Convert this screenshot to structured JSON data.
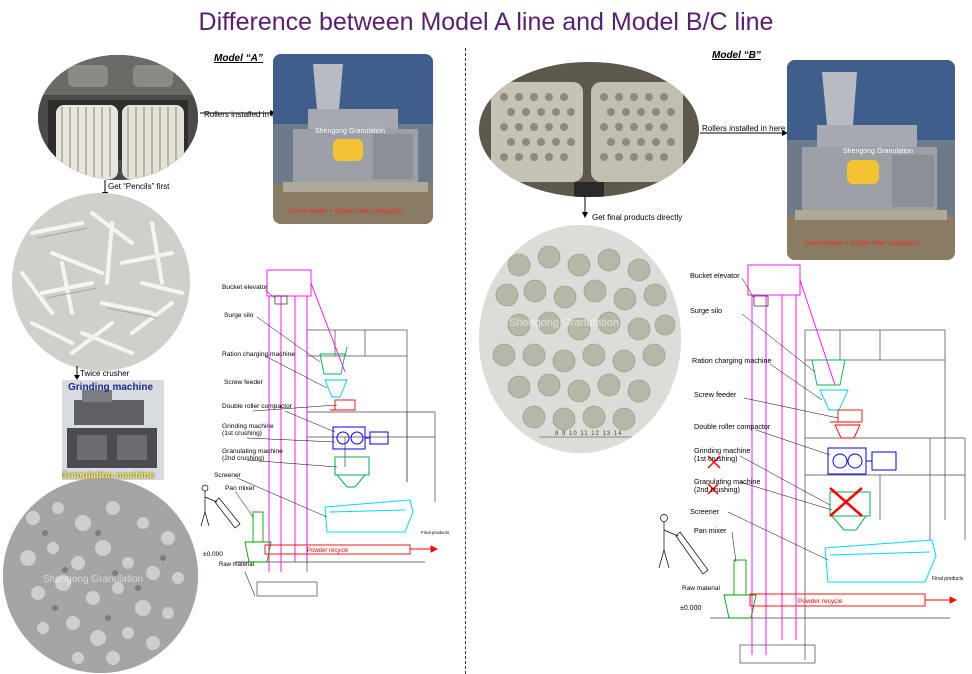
{
  "title": "Difference between Model A line and Model B/C line",
  "left": {
    "model_label": "Model “A”",
    "rollers_caption": "Rollers installed in here",
    "machine_brand": "Shengong Granulation",
    "machine_caption": "Screw feeder + double roller compactor",
    "pencils_caption": "Get “Pencils” first",
    "crusher_caption": "Twice crusher",
    "grinding_label": "Grinding machine",
    "granulating_label": "Granulating machine",
    "granules_watermark": "Shengong Granulation",
    "diagram": {
      "bucket_elevator": "Bucket elevator",
      "surge_silo": "Surge silo",
      "ration_charging": "Ration charging machine",
      "screw_feeder": "Screw feeder",
      "double_roller": "Double roller compactor",
      "grinding_line1": "Grinding machine",
      "grinding_line2": "(1st crushing)",
      "granulating_line1": "Granulating machine",
      "granulating_line2": "(2nd crushing)",
      "screener": "Screener",
      "pan_mixer": "Pan mixer",
      "raw_material": "Raw material",
      "level": "±0.000",
      "powder_recycle": "Powder recycle",
      "final_products": "Final products"
    }
  },
  "right": {
    "model_label": "Model “B”",
    "rollers_caption": "Rollers installed in here",
    "machine_brand": "Shengong Granulation",
    "machine_caption": "Screw feeder + double roller compactor",
    "final_caption": "Get final products directly",
    "balls_watermark": "Shengong Granulation",
    "ruler": "8 9 10 11 12 13 14",
    "diagram": {
      "bucket_elevator": "Bucket elevator",
      "surge_silo": "Surge silo",
      "ration_charging": "Ration charging machine",
      "screw_feeder": "Screw feeder",
      "double_roller": "Double roller compactor",
      "grinding_line1": "Grinding machine",
      "grinding_line2": "(1st crushing)",
      "granulating_line1": "Granulating machine",
      "granulating_line2": "(2nd crushing)",
      "screener": "Screener",
      "pan_mixer": "Pan mixer",
      "raw_material": "Raw material",
      "level": "±0.000",
      "powder_recycle": "Powder recycle",
      "final_products": "Final products"
    }
  },
  "colors": {
    "title": "#5a1e6e",
    "elevator": "#ff00ff",
    "silo": "#00b050",
    "feeder": "#ff0000",
    "compactor": "#0000ff",
    "screener": "#00c8ff",
    "pan_mixer": "#00a000",
    "recycle": "#ff0000",
    "cross": "#ff0000"
  }
}
